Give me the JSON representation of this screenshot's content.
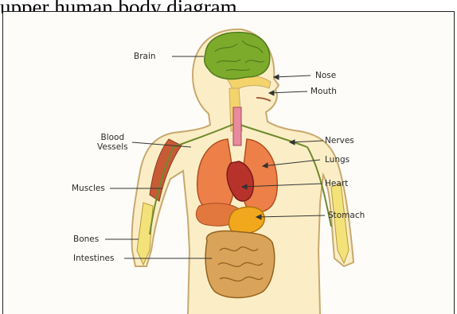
{
  "title": "upper human body diagram",
  "labels": {
    "brain": "Brain",
    "nose": "Nose",
    "mouth": "Mouth",
    "blood_vessels": [
      "Blood",
      "Vessels"
    ],
    "nerves": "Nerves",
    "lungs": "Lungs",
    "heart": "Heart",
    "muscles": "Muscles",
    "stomach": "Stomach",
    "bones": "Bones",
    "intestines": "Intestines"
  },
  "colors": {
    "skin": "#fbeec6",
    "outline": "#c8a86e",
    "brain": "#7cab2c",
    "lungs": "#ed8048",
    "heart": "#b8322c",
    "stomach": "#f2a81c",
    "intestines": "#d9a35a",
    "nerves": "#6f8a2c",
    "muscles": "#c85a36",
    "bones": "#f3e27a"
  }
}
